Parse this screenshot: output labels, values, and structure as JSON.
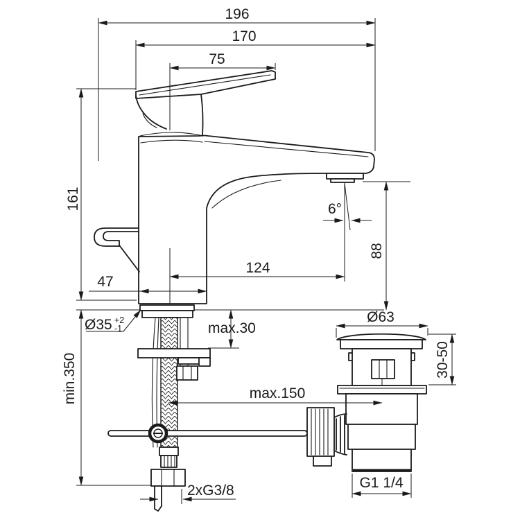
{
  "drawing": {
    "background": "#ffffff",
    "line_color": "#1a1a1a",
    "labels": {
      "overall_projection": "196",
      "spout_projection": "170",
      "handle_projection": "75",
      "body_height": "161",
      "spout_angle": "6°",
      "spout_height": "88",
      "spout_reach": "124",
      "base_width": "47",
      "hole_diameter": "Ø35",
      "hole_tolerance_plus": "+2",
      "hole_tolerance_minus": "-1",
      "deck_thickness": "max.30",
      "hose_length": "min.350",
      "rod_reach": "max.150",
      "waste_flange_diameter": "Ø63",
      "waste_clamping_range": "30-50",
      "supply_connection": "2xG3/8",
      "waste_connection": "G1 1/4"
    }
  }
}
